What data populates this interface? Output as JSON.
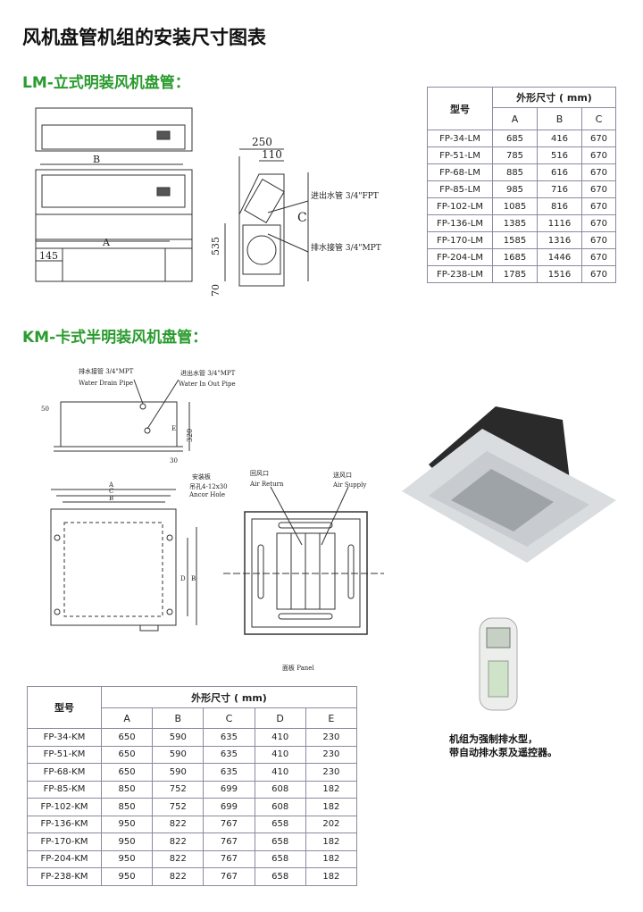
{
  "title": "风机盘管机组的安装尺寸图表",
  "lm": {
    "heading": "LM-立式明装风机盘管：",
    "drawing": {
      "B": "B",
      "A": "A",
      "d145": "145",
      "d250": "250",
      "d110": "110",
      "C": "C",
      "d535": "535",
      "d70": "70",
      "inlet": "进出水管 3/4\"FPT",
      "drain": "排水接管 3/4\"MPT"
    },
    "table": {
      "model_header": "型号",
      "dim_header": "外形尺寸 ( mm)",
      "columns": [
        "A",
        "B",
        "C"
      ],
      "rows": [
        [
          "FP-34-LM",
          "685",
          "416",
          "670"
        ],
        [
          "FP-51-LM",
          "785",
          "516",
          "670"
        ],
        [
          "FP-68-LM",
          "885",
          "616",
          "670"
        ],
        [
          "FP-85-LM",
          "985",
          "716",
          "670"
        ],
        [
          "FP-102-LM",
          "1085",
          "816",
          "670"
        ],
        [
          "FP-136-LM",
          "1385",
          "1116",
          "670"
        ],
        [
          "FP-170-LM",
          "1585",
          "1316",
          "670"
        ],
        [
          "FP-204-LM",
          "1685",
          "1446",
          "670"
        ],
        [
          "FP-238-LM",
          "1785",
          "1516",
          "670"
        ]
      ]
    }
  },
  "km": {
    "heading": "KM-卡式半明装风机盘管：",
    "drawing": {
      "drain_cn": "排水接管 3/4\"MPT",
      "drain_en": "Water Drain Pipe",
      "inout_cn": "进出水管 3/4\"MPT",
      "inout_en": "Water In Out Pipe",
      "d50": "50",
      "E": "E",
      "d320": "320",
      "d30": "30",
      "A": "A",
      "C": "C",
      "B": "B",
      "D": "D",
      "plate_cn": "安装板",
      "hole_cn": "吊孔4-12x30",
      "hole_en": "Ancor Hole",
      "return_cn": "回风口",
      "return_en": "Air Return",
      "supply_cn": "送风口",
      "supply_en": "Air Supply",
      "panel": "面板  Panel"
    },
    "table": {
      "model_header": "型号",
      "dim_header": "外形尺寸 ( mm)",
      "columns": [
        "A",
        "B",
        "C",
        "D",
        "E"
      ],
      "rows": [
        [
          "FP-34-KM",
          "650",
          "590",
          "635",
          "410",
          "230"
        ],
        [
          "FP-51-KM",
          "650",
          "590",
          "635",
          "410",
          "230"
        ],
        [
          "FP-68-KM",
          "650",
          "590",
          "635",
          "410",
          "230"
        ],
        [
          "FP-85-KM",
          "850",
          "752",
          "699",
          "608",
          "182"
        ],
        [
          "FP-102-KM",
          "850",
          "752",
          "699",
          "608",
          "182"
        ],
        [
          "FP-136-KM",
          "950",
          "822",
          "767",
          "658",
          "202"
        ],
        [
          "FP-170-KM",
          "950",
          "822",
          "767",
          "658",
          "182"
        ],
        [
          "FP-204-KM",
          "950",
          "822",
          "767",
          "658",
          "182"
        ],
        [
          "FP-238-KM",
          "950",
          "822",
          "767",
          "658",
          "182"
        ]
      ]
    },
    "note": [
      "机组为强制排水型，",
      "带自动排水泵及遥控器。"
    ]
  }
}
